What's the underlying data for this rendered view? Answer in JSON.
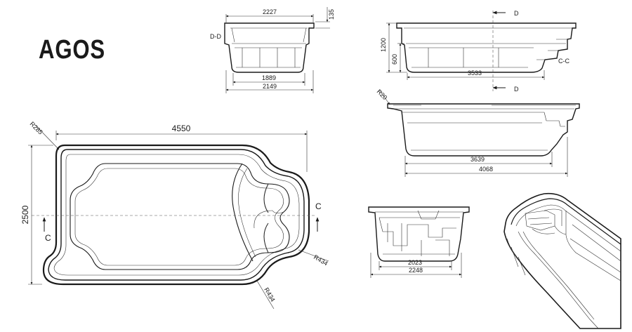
{
  "title": "AGOS",
  "plan": {
    "length": "4550",
    "width": "2500",
    "corner_radius": "R285",
    "radius_a": "R434",
    "radius_b": "R434",
    "section_mark_left": "C",
    "section_mark_right": "C"
  },
  "section_dd": {
    "label": "D-D",
    "top_width": "2227",
    "rim_height": "135",
    "floor_width": "1889",
    "bottom_width": "2149"
  },
  "section_cc": {
    "label": "C-C",
    "depth": "1200",
    "step_depth": "600",
    "floor_length": "3533",
    "cut_mark_top": "D",
    "cut_mark_bottom": "D"
  },
  "side_view": {
    "rim_radius": "R20",
    "floor_length": "3639",
    "overall_length": "4068"
  },
  "end_view": {
    "floor_width": "2023",
    "overall_width": "2248"
  }
}
